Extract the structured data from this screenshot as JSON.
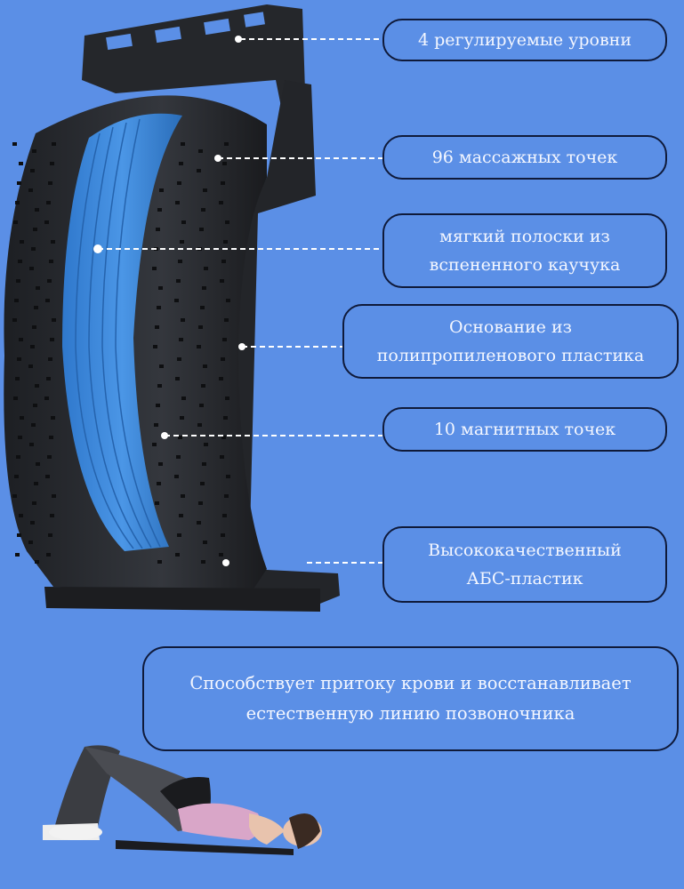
{
  "labels": {
    "levels": "4 регулируемые уровни",
    "points": "96 массажных точек",
    "foam_line1": "мягкий полоски из",
    "foam_line2": "вспененного каучука",
    "base_line1": "Основание из",
    "base_line2": "полипропиленового пластика",
    "magnets": "10 магнитных точек",
    "abs_line1": "Высококачественный",
    "abs_line2": "АБС-пластик",
    "benefit_line1": "Способствует притоку крови и восстанавливает",
    "benefit_line2": "естественную линию позвоночника"
  },
  "colors": {
    "background": "#5b8fe6",
    "device": "#2a2c31",
    "foam": "#3f86d8",
    "pill_border": "#0f1a3a"
  }
}
